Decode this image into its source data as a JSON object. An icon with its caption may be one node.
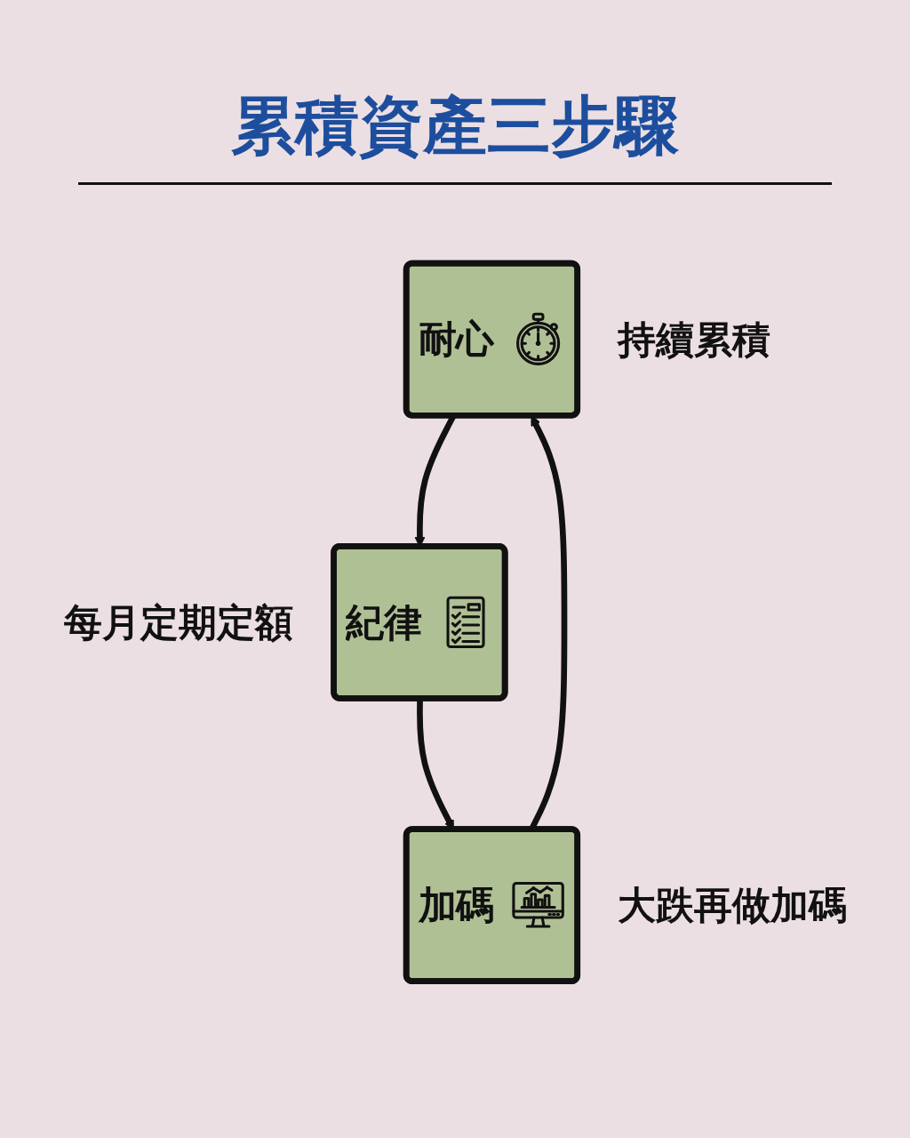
{
  "diagram": {
    "title": "累積資產三步驟",
    "nodes": [
      {
        "text": [
          "耐心"
        ],
        "beside": [
          "持續累積"
        ]
      },
      {
        "text": [
          "紀律"
        ],
        "beside": [
          "每月定期定額"
        ]
      },
      {
        "text": [
          "加碼"
        ],
        "beside": [
          "大跌再做加碼"
        ]
      }
    ],
    "edges": [
      {
        "from": 0,
        "to": 1,
        "arrow": "to"
      },
      {
        "from": 1,
        "to": 2,
        "arrow": "to"
      },
      {
        "from": 2,
        "to": 0,
        "arrow": "to"
      }
    ]
  }
}
